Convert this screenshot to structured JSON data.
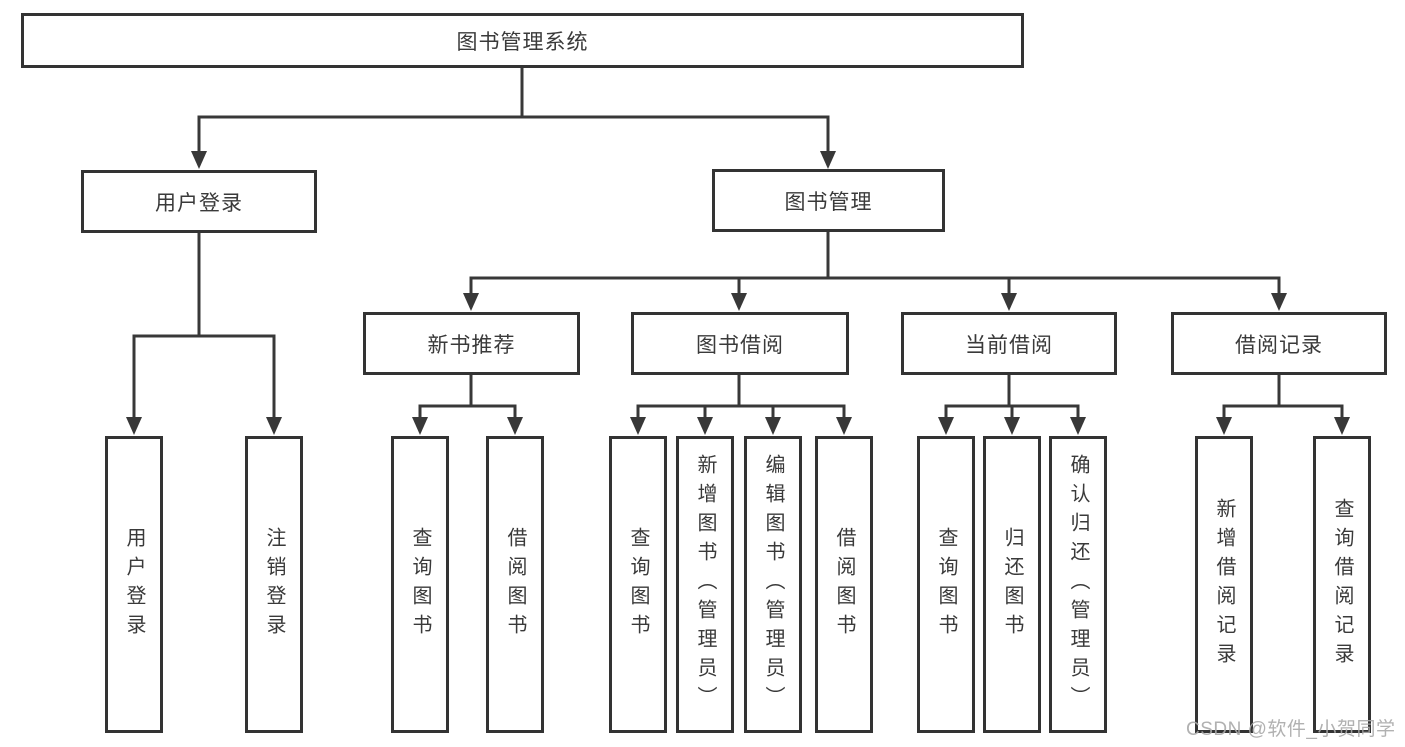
{
  "page": {
    "background": "#ffffff"
  },
  "watermark": {
    "text": "CSDN @软件_小贺同学",
    "color": "#a8a8a8"
  },
  "diagram": {
    "type": "tree-diagram",
    "line_color": "#383838",
    "box_border_color": "#333333",
    "text_color": "#3a3a3a",
    "root": {
      "label": "图书管理系统"
    },
    "branches": [
      {
        "label": "用户登录",
        "children": [
          {
            "label": "用户登录"
          },
          {
            "label": "注销登录"
          }
        ]
      },
      {
        "label": "图书管理",
        "children": [
          {
            "label": "新书推荐",
            "children": [
              {
                "label": "查询图书"
              },
              {
                "label": "借阅图书"
              }
            ]
          },
          {
            "label": "图书借阅",
            "children": [
              {
                "label": "查询图书"
              },
              {
                "label": "新增图书（管理员）"
              },
              {
                "label": "编辑图书（管理员）"
              },
              {
                "label": "借阅图书"
              }
            ]
          },
          {
            "label": "当前借阅",
            "children": [
              {
                "label": "查询图书"
              },
              {
                "label": "归还图书"
              },
              {
                "label": "确认归还（管理员）"
              }
            ]
          },
          {
            "label": "借阅记录",
            "children": [
              {
                "label": "新增借阅记录"
              },
              {
                "label": "查询借阅记录"
              }
            ]
          }
        ]
      }
    ]
  }
}
